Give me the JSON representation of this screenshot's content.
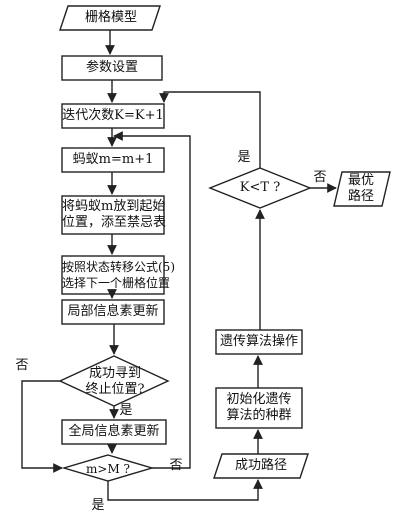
{
  "nodes": {
    "grid_model": "栅格模型",
    "param_setup": "参数设置",
    "iter_count": "迭代次数K=K+1",
    "ant_count": "蚂蚁m=m+1",
    "place_ant_l1": "将蚂蚁m放到起始",
    "place_ant_l2": "位置，添至禁忌表",
    "select_next_l1": "按照状态转移公式(5)",
    "select_next_l2": "选择下一个栅格位置",
    "local_update": "局部信息素更新",
    "reach_end_l1": "成功寻到",
    "reach_end_l2": "终止位置?",
    "global_update": "全局信息素更新",
    "m_gt_M": "m>M ?",
    "success_path": "成功路径",
    "init_pop_l1": "初始化遗传",
    "init_pop_l2": "算法的种群",
    "ga_ops": "遗传算法操作",
    "k_lt_T": "K<T ?",
    "best_path_l1": "最优",
    "best_path_l2": "路径"
  },
  "edge_labels": {
    "yes_reach": "是",
    "no_reach": "否",
    "no_m": "否",
    "yes_m": "是",
    "yes_k": "是",
    "no_k": "否"
  }
}
